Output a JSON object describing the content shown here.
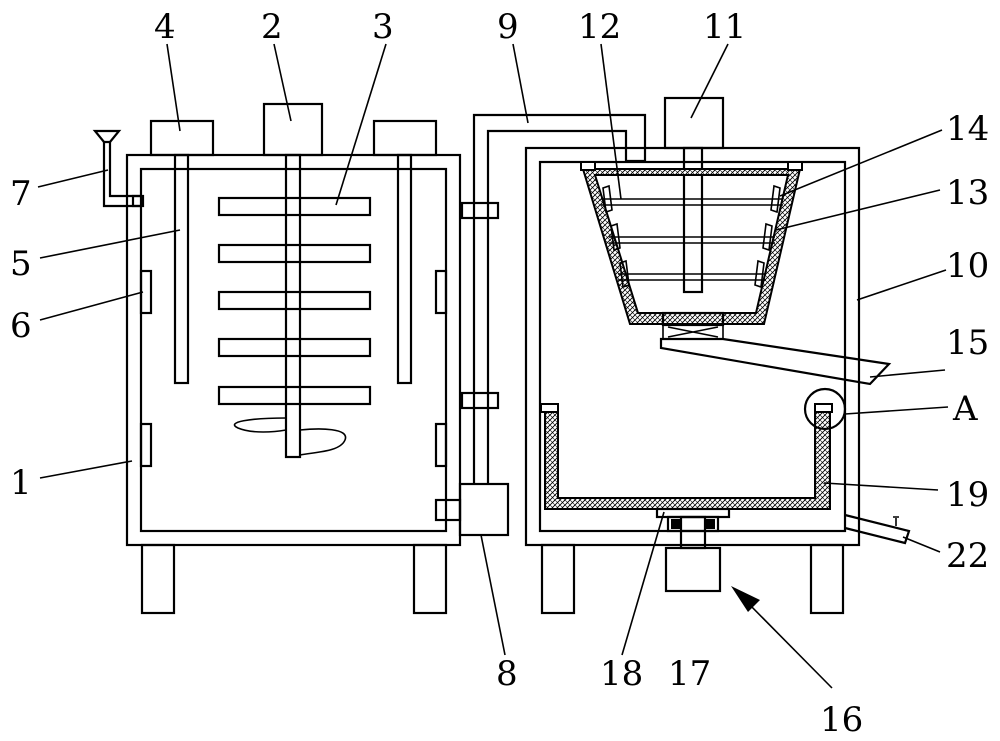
{
  "labels": {
    "l1": "1",
    "l2": "2",
    "l3": "3",
    "l4": "4",
    "l5": "5",
    "l6": "6",
    "l7": "7",
    "l8": "8",
    "l9": "9",
    "l10": "10",
    "l11": "11",
    "l12": "12",
    "l13": "13",
    "l14": "14",
    "l15": "15",
    "l16": "16",
    "l17": "17",
    "l18": "18",
    "l19": "19",
    "l22": "22",
    "lA": "A"
  }
}
